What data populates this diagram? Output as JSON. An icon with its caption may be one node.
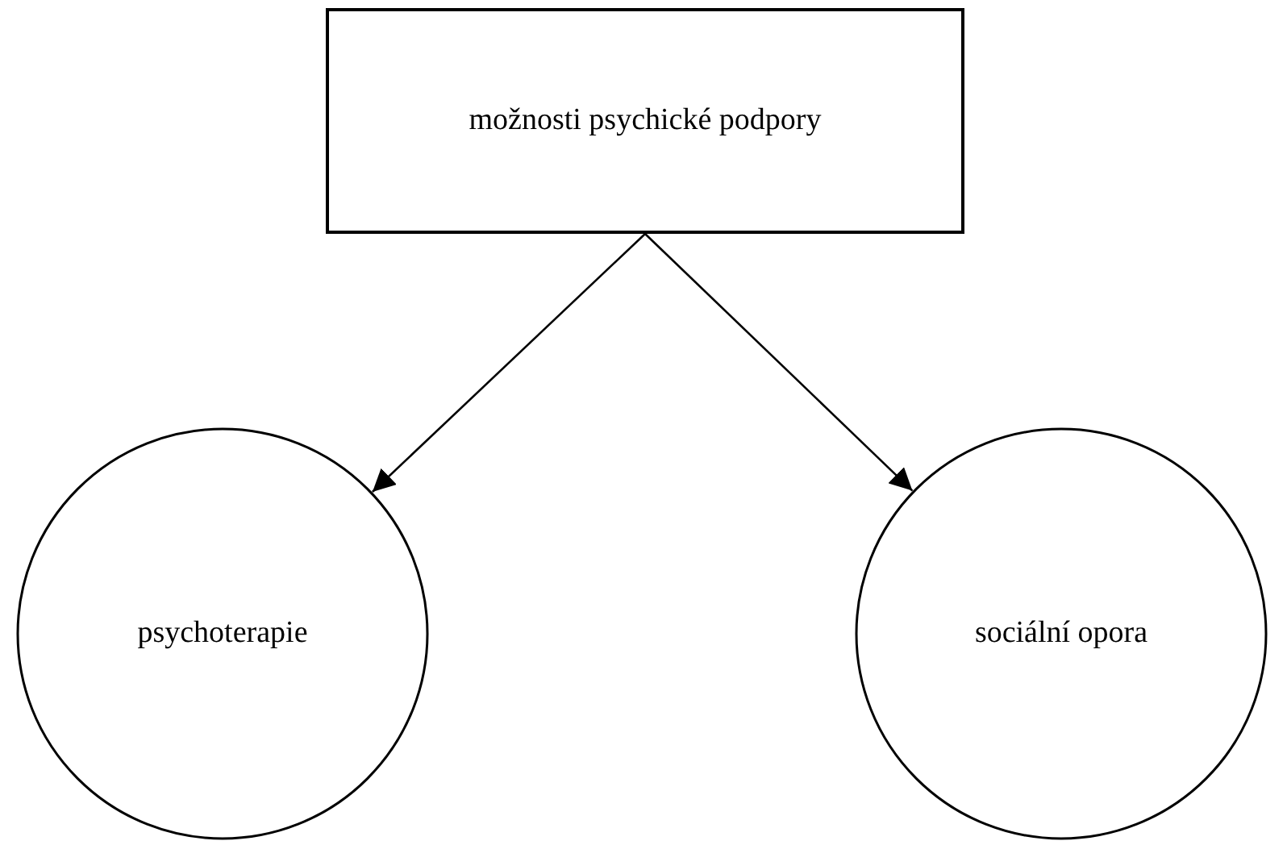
{
  "diagram": {
    "nodes": [
      {
        "text": [
          "možnosti psychické podpory"
        ]
      },
      {
        "text": [
          "psychoterapie"
        ]
      },
      {
        "text": [
          "sociální opora"
        ]
      }
    ],
    "edges": [
      {
        "from": 0,
        "to": 1,
        "arrow": "to"
      },
      {
        "from": 0,
        "to": 2,
        "arrow": "to"
      }
    ]
  }
}
